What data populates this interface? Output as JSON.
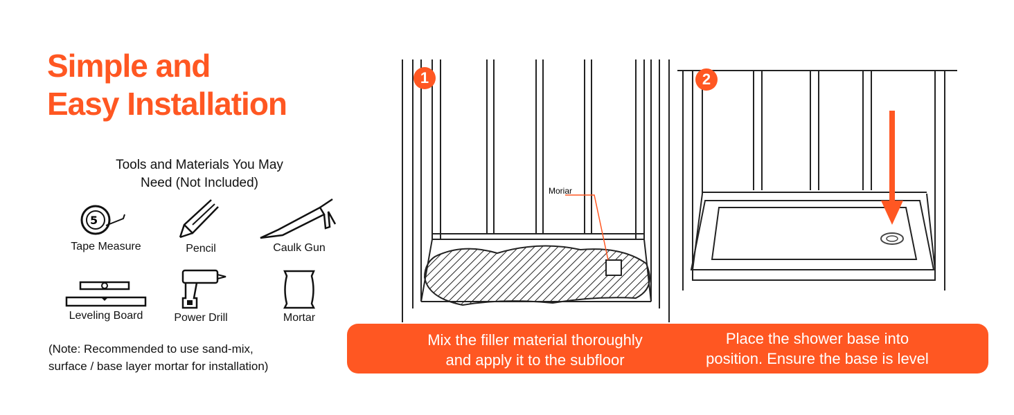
{
  "title": {
    "line1": "Simple and",
    "line2": "Easy Installation"
  },
  "tools": {
    "heading_line1": "Tools and Materials You May",
    "heading_line2": "Need (Not Included)",
    "items": [
      {
        "label": "Tape Measure",
        "icon": "tape-measure-icon"
      },
      {
        "label": "Pencil",
        "icon": "pencil-icon"
      },
      {
        "label": "Caulk Gun",
        "icon": "caulk-gun-icon"
      },
      {
        "label": "Leveling Board",
        "icon": "level-icon"
      },
      {
        "label": "Power Drill",
        "icon": "drill-icon"
      },
      {
        "label": "Mortar",
        "icon": "mortar-bag-icon"
      }
    ],
    "note_line1": "(Note: Recommended to use sand-mix,",
    "note_line2": "surface / base layer mortar for installation)"
  },
  "steps": [
    {
      "number": "1",
      "callout": "Moriar",
      "caption_line1": "Mix the filler material thoroughly",
      "caption_line2": "and apply it to the subfloor"
    },
    {
      "number": "2",
      "caption_line1": "Place the shower base into",
      "caption_line2": "position. Ensure the base is level"
    }
  ],
  "colors": {
    "accent": "#ff5722"
  }
}
